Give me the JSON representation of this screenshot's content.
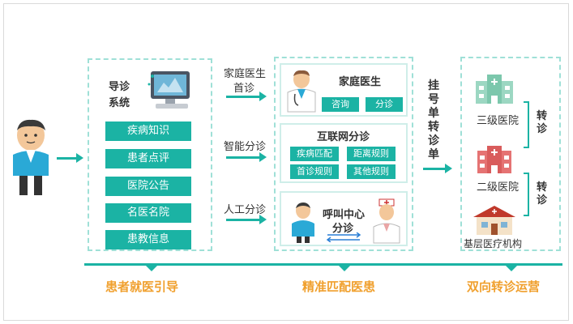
{
  "guide": {
    "title_line1": "导诊",
    "title_line2": "系统",
    "items": [
      "疾病知识",
      "患者点评",
      "医院公告",
      "名医名院",
      "患教信息"
    ]
  },
  "channels": [
    {
      "label_line1": "家庭医生",
      "label_line2": "首诊"
    },
    {
      "label_line1": "智能分诊",
      "label_line2": ""
    },
    {
      "label_line1": "人工分诊",
      "label_line2": ""
    }
  ],
  "family_doctor": {
    "title": "家庭医生",
    "buttons": [
      "咨询",
      "分诊"
    ]
  },
  "internet_triage": {
    "title": "互联网分诊",
    "rules": [
      "疾病匹配",
      "距离规则",
      "首诊规则",
      "其他规则"
    ]
  },
  "call_center": {
    "title_line1": "呼叫中心",
    "title_line2": "分诊"
  },
  "registration": {
    "text": "挂号单转诊单"
  },
  "hospitals": {
    "tier3": "三级医院",
    "tier2": "二级医院",
    "grassroots": "基层医疗机构",
    "transfer": "转诊"
  },
  "sections": [
    "患者就医引导",
    "精准匹配医患",
    "双向转诊运营"
  ]
}
